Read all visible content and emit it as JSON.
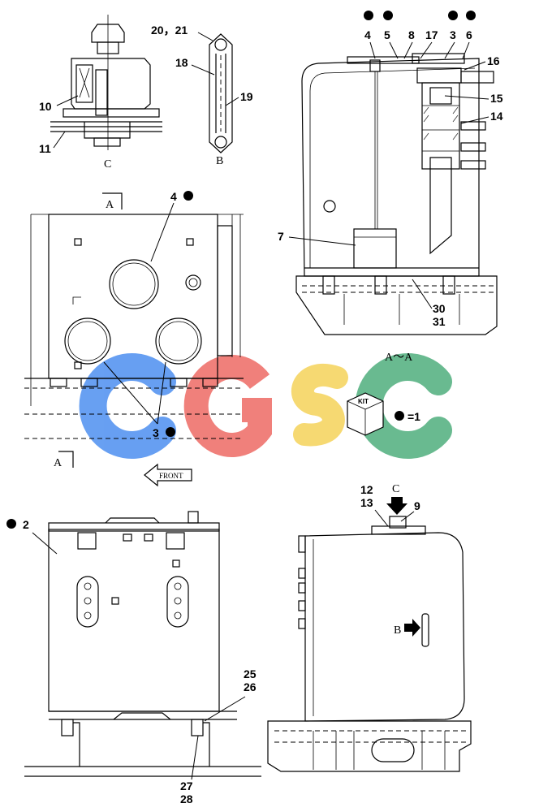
{
  "view_labels": {
    "detail_c": "C",
    "detail_b": "B",
    "section_a_top": "A",
    "section_a_bottom": "A",
    "section_aa": "A～A",
    "front_arrow": "FRONT",
    "arrow_c": "C",
    "arrow_b": "B"
  },
  "callouts": {
    "c10": "10",
    "c11": "11",
    "c20_21": "20，21",
    "c18": "18",
    "c19": "19",
    "c4_top": "4",
    "c5": "5",
    "c8": "8",
    "c17": "17",
    "c3_top": "3",
    "c6": "6",
    "c16": "16",
    "c15": "15",
    "c14": "14",
    "c7": "7",
    "c30": "30",
    "c31": "31",
    "c4_plan": "4",
    "c3_plan": "3",
    "c2": "2",
    "c12": "12",
    "c13": "13",
    "c9": "9",
    "c25": "25",
    "c26": "26",
    "c27": "27",
    "c28": "28"
  },
  "kit_legend": {
    "box_text": "KIT",
    "label": "=1"
  },
  "watermark": {
    "letters": [
      "C",
      "G",
      "S",
      "C"
    ],
    "colors": [
      "#4d8ff0",
      "#ee6a64",
      "#f5d35a",
      "#4fae7d"
    ]
  }
}
